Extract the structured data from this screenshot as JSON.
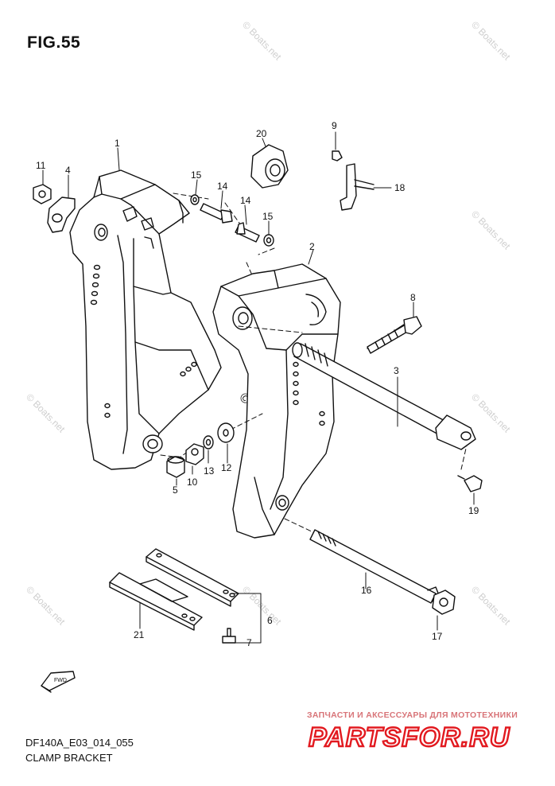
{
  "figure": {
    "title": "FIG.55",
    "code": "DF140A_E03_014_055",
    "caption": "CLAMP BRACKET"
  },
  "watermark": "© Boats.net",
  "branding": {
    "subtitle": "ЗАПЧАСТИ И АКСЕССУАРЫ ДЛЯ МОТОТЕХНИКИ",
    "logo_text": "PARTSFOR.RU",
    "color": "#e2191f"
  },
  "fwd_label": "FWD",
  "callouts": [
    "1",
    "2",
    "3",
    "4",
    "5",
    "6",
    "7",
    "8",
    "9",
    "10",
    "11",
    "12",
    "13",
    "14",
    "14",
    "15",
    "15",
    "16",
    "17",
    "18",
    "19",
    "20",
    "21"
  ]
}
